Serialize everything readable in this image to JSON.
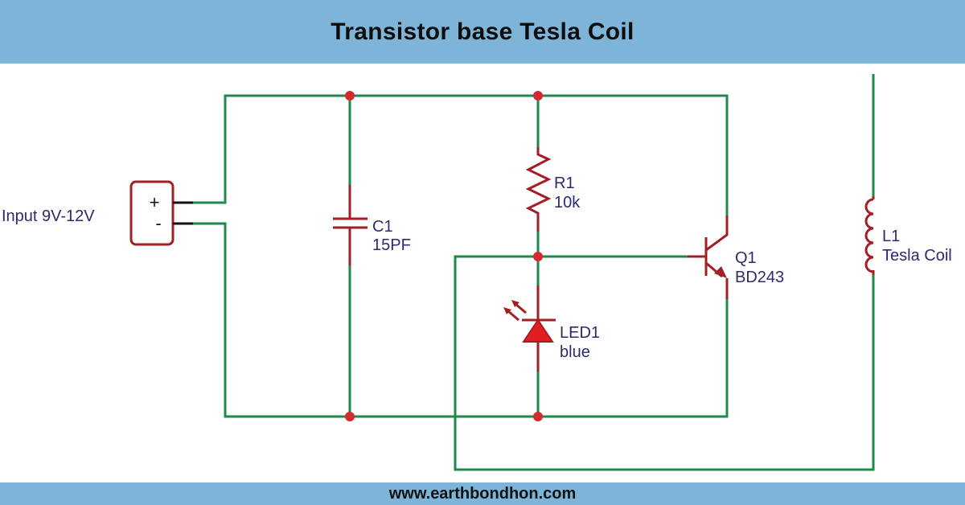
{
  "header": {
    "title": "Transistor base Tesla Coil"
  },
  "footer": {
    "website": "www.earthbondhon.com"
  },
  "colors": {
    "banner": "#7db4d8",
    "wire": "#1e8a4a",
    "component": "#a31f24",
    "junction": "#d42a2f",
    "label": "#2b2b6e"
  },
  "components": {
    "input": {
      "label": "Input 9V-12V",
      "plus": "+",
      "minus": "-"
    },
    "c1": {
      "ref": "C1",
      "value": "15PF"
    },
    "r1": {
      "ref": "R1",
      "value": "10k"
    },
    "led1": {
      "ref": "LED1",
      "value": "blue"
    },
    "q1": {
      "ref": "Q1",
      "value": "BD243"
    },
    "l1": {
      "ref": "L1",
      "value": "Tesla Coil"
    }
  }
}
